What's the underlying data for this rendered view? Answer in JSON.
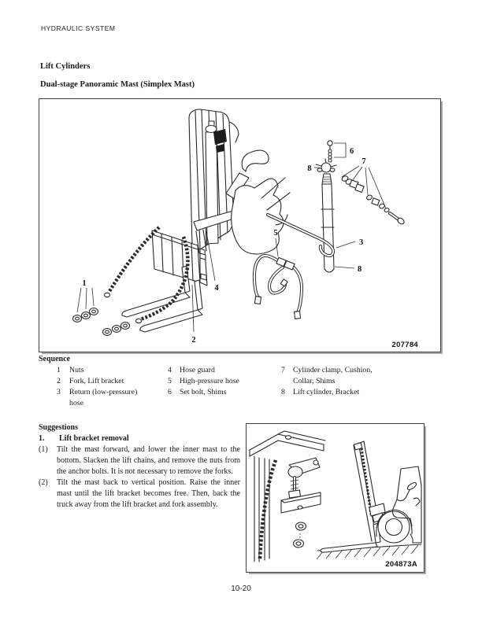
{
  "colors": {
    "ink": "#1a1a1a",
    "paper": "#ffffff"
  },
  "header": {
    "title": "HYDRAULIC SYSTEM"
  },
  "titles": {
    "section": "Lift Cylinders",
    "subsection": "Dual-stage Panoramic Mast (Simplex Mast)"
  },
  "figure_main": {
    "ref_label": "207784",
    "callouts": {
      "c1": "1",
      "c2": "2",
      "c3": "3",
      "c4": "4",
      "c5": "5",
      "c6": "6",
      "c7": "7",
      "c8a": "8",
      "c8b": "8"
    }
  },
  "sequence": {
    "heading": "Sequence",
    "col1": [
      {
        "num": "1",
        "label": "Nuts"
      },
      {
        "num": "2",
        "label": "Fork, Lift bracket"
      },
      {
        "num": "3",
        "label": "Return (low-pressure) hose"
      }
    ],
    "col2": [
      {
        "num": "4",
        "label": "Hose guard"
      },
      {
        "num": "5",
        "label": "High-pressure hose"
      },
      {
        "num": "6",
        "label": "Set bolt, Shims"
      }
    ],
    "col3": [
      {
        "num": "7",
        "label": "Cylinder clamp, Cushion, Collar, Shims"
      },
      {
        "num": "8",
        "label": "Lift cylinder, Bracket"
      }
    ]
  },
  "suggestions": {
    "heading": "Suggestions",
    "item_number": "1.",
    "item_title": "Lift bracket removal",
    "steps": [
      {
        "num": "(1)",
        "text": "Tilt the mast forward, and lower the inner mast to the bottom. Slacken the lift chains, and remove the nuts from the anchor bolts. It is not necessary to remove the forks."
      },
      {
        "num": "(2)",
        "text": "Tilt the mast back to vertical position. Raise the inner mast until the lift bracket becomes free. Then, back the truck away from the lift bracket and fork assembly."
      }
    ]
  },
  "figure_truck": {
    "ref_label": "204873A"
  },
  "footer": {
    "page_number": "10-20"
  }
}
